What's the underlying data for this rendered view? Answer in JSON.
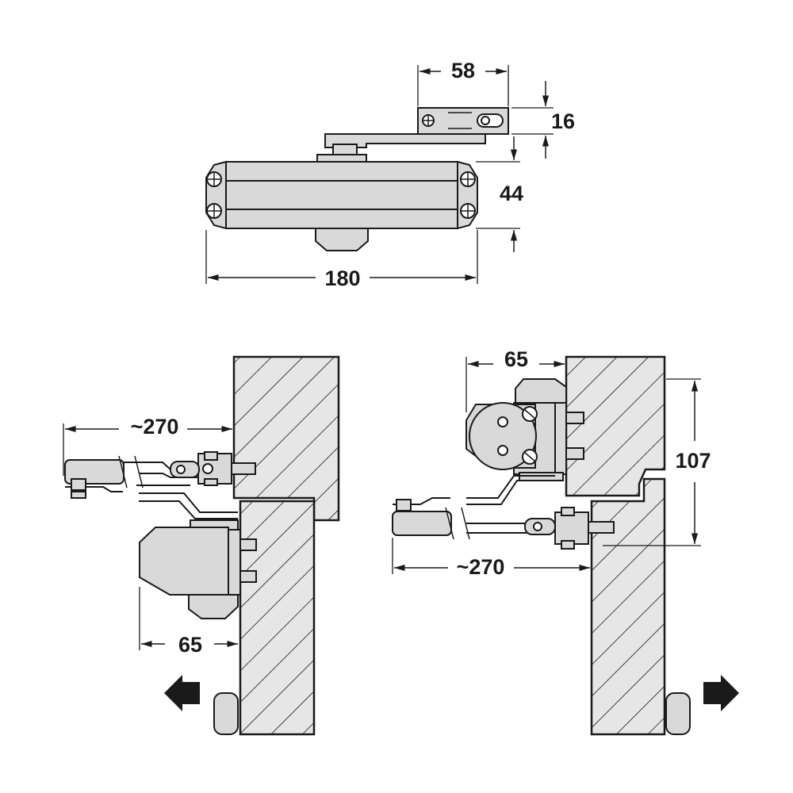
{
  "dimensions": {
    "arm_width": "58",
    "arm_height": "16",
    "body_height": "44",
    "body_length": "180",
    "left_arm_reach": "~270",
    "left_body_depth": "65",
    "right_body_depth": "65",
    "right_height": "107",
    "right_arm_reach": "~270"
  },
  "icons": {
    "left": "arrow-left-icon",
    "right": "arrow-right-icon"
  }
}
